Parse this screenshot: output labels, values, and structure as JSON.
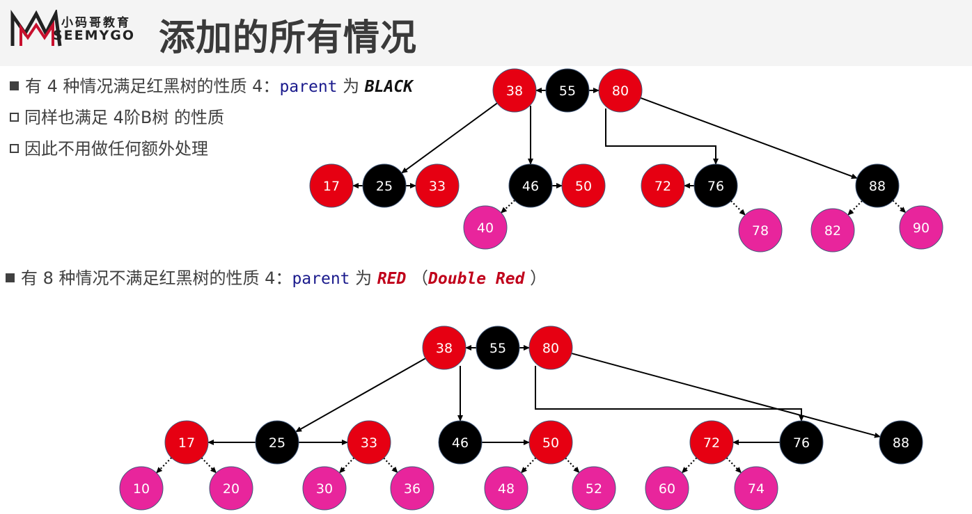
{
  "header": {
    "logo_cn": "小码哥教育",
    "logo_en": "SEEMYGO",
    "title": "添加的所有情况"
  },
  "bullets": {
    "b1": {
      "prefix": "有 4 种情况满足红黑树的性质 4：",
      "code": "parent",
      "mid": "为",
      "keyword": "BLACK"
    },
    "b2": "同样也满足 4阶B树 的性质",
    "b3": "因此不用做任何额外处理",
    "b4": {
      "prefix": "有 8 种情况不满足红黑树的性质 4：",
      "code": "parent",
      "mid": "为",
      "keyword": "RED",
      "open": "（",
      "keyword2": "Double Red",
      "close": "）"
    }
  },
  "colors": {
    "red": "#e60012",
    "black": "#000000",
    "new": "#e8259c",
    "edge": "#000000"
  },
  "diagram1": {
    "nodes": [
      {
        "id": "a38",
        "label": "38",
        "color": "red"
      },
      {
        "id": "a55",
        "label": "55",
        "color": "black"
      },
      {
        "id": "a80",
        "label": "80",
        "color": "red"
      },
      {
        "id": "a17",
        "label": "17",
        "color": "red"
      },
      {
        "id": "a25",
        "label": "25",
        "color": "black"
      },
      {
        "id": "a33",
        "label": "33",
        "color": "red"
      },
      {
        "id": "a46",
        "label": "46",
        "color": "black"
      },
      {
        "id": "a50",
        "label": "50",
        "color": "red"
      },
      {
        "id": "a72",
        "label": "72",
        "color": "red"
      },
      {
        "id": "a76",
        "label": "76",
        "color": "black"
      },
      {
        "id": "a88",
        "label": "88",
        "color": "black"
      },
      {
        "id": "a40",
        "label": "40",
        "color": "new"
      },
      {
        "id": "a78",
        "label": "78",
        "color": "new"
      },
      {
        "id": "a82",
        "label": "82",
        "color": "new"
      },
      {
        "id": "a90",
        "label": "90",
        "color": "new"
      }
    ],
    "edges": [
      {
        "from": "a55",
        "to": "a38",
        "style": "solid"
      },
      {
        "from": "a55",
        "to": "a80",
        "style": "solid"
      },
      {
        "from": "a38",
        "to": "a25",
        "style": "solid"
      },
      {
        "from": "a38",
        "to": "a46",
        "style": "solid"
      },
      {
        "from": "a80",
        "to": "a76",
        "style": "solid"
      },
      {
        "from": "a80",
        "to": "a88",
        "style": "solid"
      },
      {
        "from": "a25",
        "to": "a17",
        "style": "solid"
      },
      {
        "from": "a25",
        "to": "a33",
        "style": "solid"
      },
      {
        "from": "a46",
        "to": "a50",
        "style": "solid"
      },
      {
        "from": "a76",
        "to": "a72",
        "style": "solid"
      },
      {
        "from": "a46",
        "to": "a40",
        "style": "dotted"
      },
      {
        "from": "a76",
        "to": "a78",
        "style": "dotted"
      },
      {
        "from": "a88",
        "to": "a82",
        "style": "dotted"
      },
      {
        "from": "a88",
        "to": "a90",
        "style": "dotted"
      }
    ]
  },
  "diagram2": {
    "nodes": [
      {
        "id": "b38",
        "label": "38",
        "color": "red"
      },
      {
        "id": "b55",
        "label": "55",
        "color": "black"
      },
      {
        "id": "b80",
        "label": "80",
        "color": "red"
      },
      {
        "id": "b17",
        "label": "17",
        "color": "red"
      },
      {
        "id": "b25",
        "label": "25",
        "color": "black"
      },
      {
        "id": "b33",
        "label": "33",
        "color": "red"
      },
      {
        "id": "b46",
        "label": "46",
        "color": "black"
      },
      {
        "id": "b50",
        "label": "50",
        "color": "red"
      },
      {
        "id": "b72",
        "label": "72",
        "color": "red"
      },
      {
        "id": "b76",
        "label": "76",
        "color": "black"
      },
      {
        "id": "b88",
        "label": "88",
        "color": "black"
      },
      {
        "id": "b10",
        "label": "10",
        "color": "new"
      },
      {
        "id": "b20",
        "label": "20",
        "color": "new"
      },
      {
        "id": "b30",
        "label": "30",
        "color": "new"
      },
      {
        "id": "b36",
        "label": "36",
        "color": "new"
      },
      {
        "id": "b48",
        "label": "48",
        "color": "new"
      },
      {
        "id": "b52",
        "label": "52",
        "color": "new"
      },
      {
        "id": "b60",
        "label": "60",
        "color": "new"
      },
      {
        "id": "b74",
        "label": "74",
        "color": "new"
      }
    ],
    "edges": [
      {
        "from": "b55",
        "to": "b38",
        "style": "solid"
      },
      {
        "from": "b55",
        "to": "b80",
        "style": "solid"
      },
      {
        "from": "b38",
        "to": "b25",
        "style": "solid"
      },
      {
        "from": "b38",
        "to": "b46",
        "style": "solid"
      },
      {
        "from": "b80",
        "to": "b76",
        "style": "solid"
      },
      {
        "from": "b80",
        "to": "b88",
        "style": "solid"
      },
      {
        "from": "b25",
        "to": "b17",
        "style": "solid"
      },
      {
        "from": "b25",
        "to": "b33",
        "style": "solid"
      },
      {
        "from": "b46",
        "to": "b50",
        "style": "solid"
      },
      {
        "from": "b76",
        "to": "b72",
        "style": "solid"
      },
      {
        "from": "b17",
        "to": "b10",
        "style": "dotted"
      },
      {
        "from": "b17",
        "to": "b20",
        "style": "dotted"
      },
      {
        "from": "b33",
        "to": "b30",
        "style": "dotted"
      },
      {
        "from": "b33",
        "to": "b36",
        "style": "dotted"
      },
      {
        "from": "b50",
        "to": "b48",
        "style": "dotted"
      },
      {
        "from": "b50",
        "to": "b52",
        "style": "dotted"
      },
      {
        "from": "b72",
        "to": "b60",
        "style": "dotted"
      },
      {
        "from": "b72",
        "to": "b74",
        "style": "dotted"
      }
    ]
  }
}
